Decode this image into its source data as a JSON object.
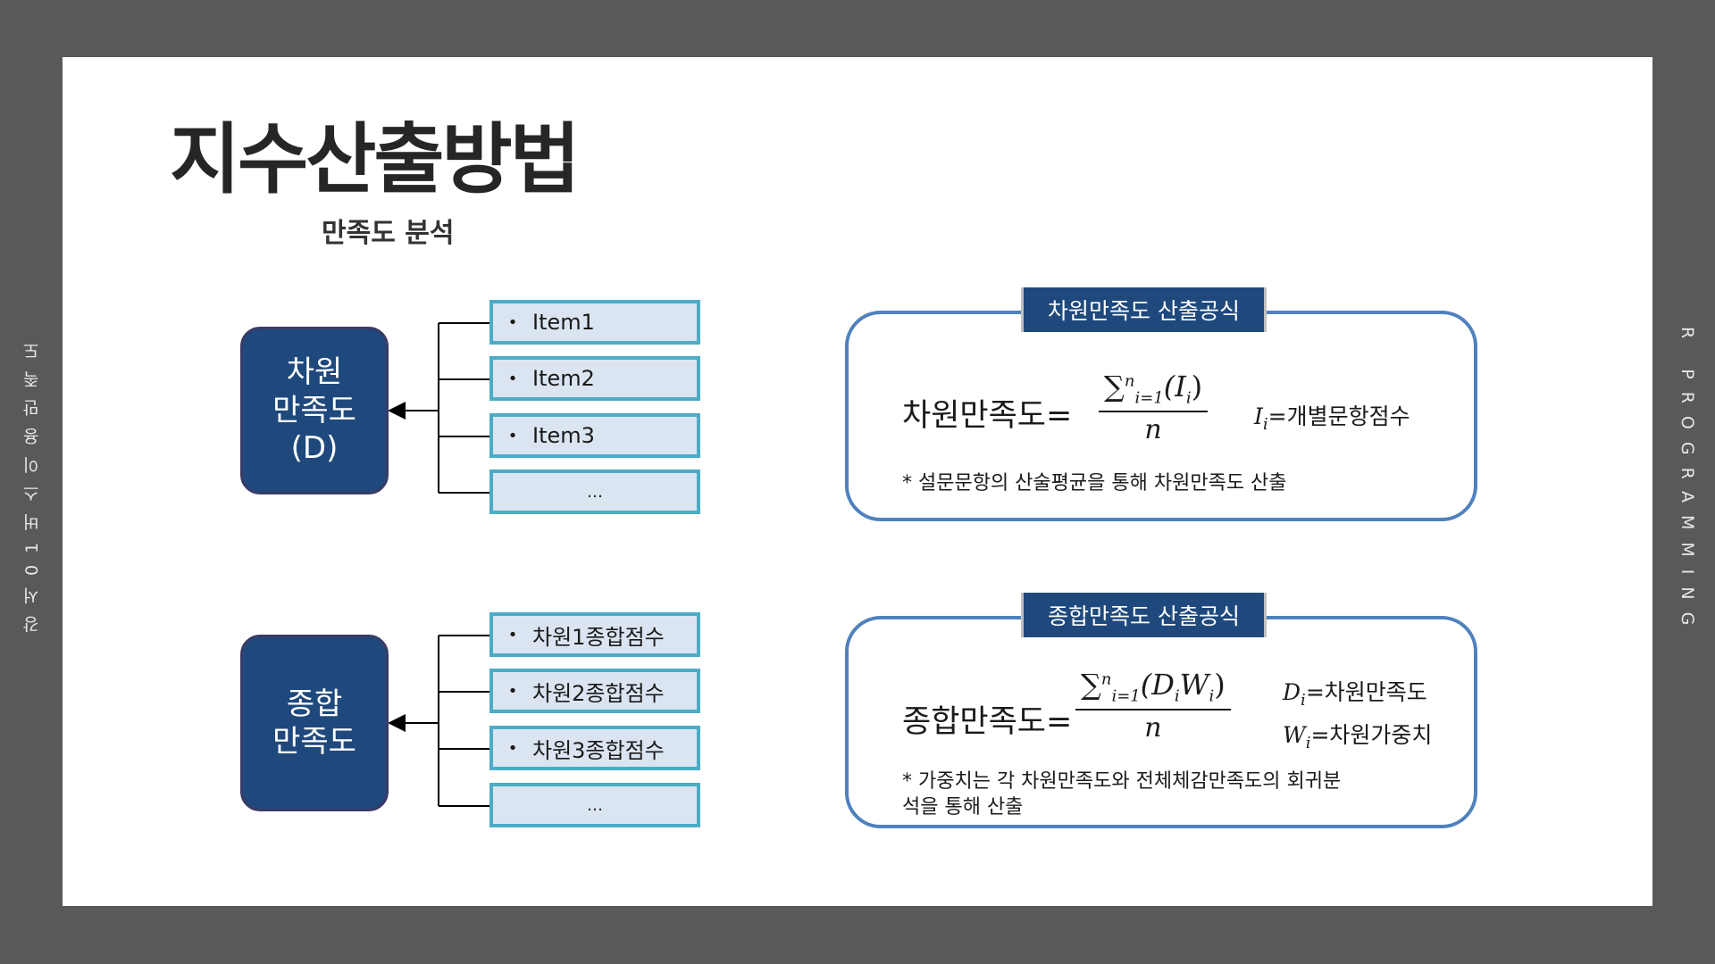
{
  "side_left_text": "강서01버스이용만족도",
  "side_right_text": "R PROGRAMMING",
  "title": "지수산출방법",
  "subtitle": "만족도 분석",
  "dimension": {
    "box_lines": [
      "차원",
      "만족도",
      "(D)"
    ],
    "items": [
      "Item1",
      "Item2",
      "Item3"
    ],
    "ellipsis": "…"
  },
  "overall": {
    "box_lines": [
      "종합",
      "만족도"
    ],
    "items": [
      "차원1종합점수",
      "차원2종합점수",
      "차원3종합점수"
    ],
    "ellipsis": "…"
  },
  "formula_dimension": {
    "label": "차원만족도 산출공식",
    "lhs": "차원만족도=",
    "numerator_sum": "∑",
    "numerator_lower": "i=1",
    "numerator_upper": "n",
    "numerator_term": "(I",
    "numerator_term_sub": "i",
    "numerator_close": ")",
    "denominator": "n",
    "var1_symbol": "I",
    "var1_sub": "i",
    "var1_desc": "=개별문항점수",
    "note": "* 설문문항의 산술평균을 통해 차원만족도 산출"
  },
  "formula_overall": {
    "label": "종합만족도 산출공식",
    "lhs": "종합만족도=",
    "numerator_sum": "∑",
    "numerator_lower": "i=1",
    "numerator_upper": "n",
    "numerator_term_d": "(D",
    "numerator_term_d_sub": "i",
    "numerator_term_w": "W",
    "numerator_term_w_sub": "i",
    "numerator_close": ")",
    "denominator": "n",
    "var1_symbol": "D",
    "var1_sub": "i",
    "var1_desc": "=차원만족도",
    "var2_symbol": "W",
    "var2_sub": "i",
    "var2_desc": "=차원가중치",
    "note_line1": "* 가중치는 각 차원만족도와 전체체감만족도의 회귀분",
    "note_line2": "석을 통해 산출"
  }
}
